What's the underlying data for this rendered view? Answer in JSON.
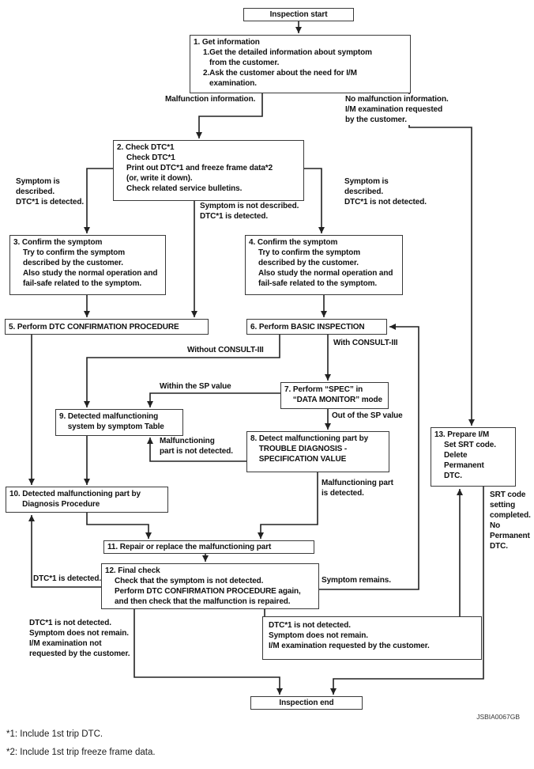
{
  "diagram": {
    "start_label": "Inspection start",
    "end_label": "Inspection end",
    "figure_code": "JSBIA0067GB",
    "boxes": {
      "b1": {
        "title": "1. Get information",
        "body": "1.Get the detailed information about symptom\n   from the customer.\n2.Ask the customer about the need for I/M\n   examination."
      },
      "b2": {
        "title": "2. Check DTC*1",
        "body": "Check DTC*1\nPrint out DTC*1 and freeze frame data*2\n(or, write it down).\nCheck related service bulletins."
      },
      "b3": {
        "title": "3. Confirm the symptom",
        "body": "Try to confirm the symptom\ndescribed by the customer.\nAlso study the normal operation and\nfail-safe related to the symptom."
      },
      "b4": {
        "title": "4. Confirm the symptom",
        "body": "Try to confirm the symptom\ndescribed by the customer.\nAlso study the normal operation and\nfail-safe related to the symptom."
      },
      "b5": {
        "title": "5. Perform DTC CONFIRMATION PROCEDURE"
      },
      "b6": {
        "title": "6. Perform BASIC INSPECTION"
      },
      "b7": {
        "title": "7. Perform “SPEC” in\n    “DATA MONITOR” mode"
      },
      "b8": {
        "title": "8. Detect malfunctioning part by\n    TROUBLE DIAGNOSIS -\n    SPECIFICATION VALUE"
      },
      "b9": {
        "title": "9. Detected malfunctioning\n    system by symptom Table"
      },
      "b10": {
        "title": "10. Detected malfunctioning part by\n      Diagnosis Procedure"
      },
      "b11": {
        "title": "11. Repair or replace the malfunctioning part"
      },
      "b12": {
        "title": "12. Final check",
        "body": "Check that the symptom is not detected.\nPerform DTC CONFIRMATION PROCEDURE again,\nand then check that the malfunction is repaired."
      },
      "b13": {
        "title": "13. Prepare I/M",
        "body": "Set SRT code.\nDelete\nPermanent\nDTC."
      }
    },
    "labels": {
      "malfunction_info": "Malfunction information.",
      "no_malfunction_info": "No malfunction information.\nI/M examination requested\nby the customer.",
      "symptom_described_dtc_detected": "Symptom is\ndescribed.\nDTC*1 is detected.",
      "symptom_not_described": "Symptom is not described.\nDTC*1 is detected.",
      "symptom_described_dtc_not_detected": "Symptom is\ndescribed.\nDTC*1 is not detected.",
      "without_consult": "Without CONSULT-III",
      "with_consult": "With CONSULT-III",
      "within_sp_value": "Within the SP value",
      "out_of_sp_value": "Out of the SP value",
      "malf_part_not_detected": "Malfunctioning\npart is not detected.",
      "malf_part_detected": "Malfunctioning part\nis detected.",
      "srt_code": "SRT code\nsetting\ncompleted.\nNo\nPermanent\nDTC.",
      "symptom_remains": "Symptom remains.",
      "dtc_detected": "DTC*1 is detected.",
      "end_left": "DTC*1 is not detected.\nSymptom does not remain.\nI/M examination not\nrequested by the customer.",
      "end_mid": "DTC*1 is not detected.\nSymptom does not remain.\nI/M examination requested by the customer."
    },
    "footnotes": [
      "*1: Include 1st trip DTC.",
      "*2: Include 1st trip freeze frame data."
    ]
  }
}
